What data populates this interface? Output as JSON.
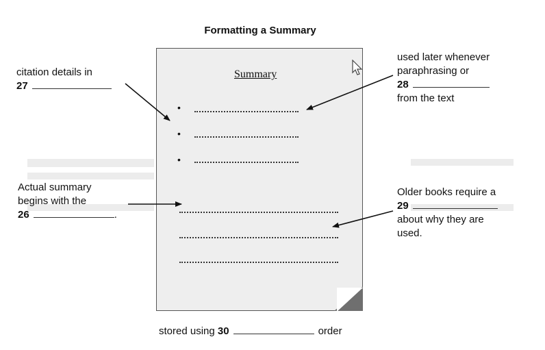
{
  "diagram": {
    "title": "Formatting a Summary",
    "document_heading": "Summary",
    "labels": {
      "citation": {
        "text": "citation details in",
        "number": "27"
      },
      "later": {
        "line1": "used later whenever",
        "line2": "paraphrasing or",
        "number": "28",
        "line4": "from the text"
      },
      "actual": {
        "line1": "Actual summary",
        "line2": "begins with the",
        "number": "26",
        "suffix": "."
      },
      "older": {
        "line1": "Older books require a",
        "number": "29",
        "line3": "about why they are",
        "line4": "used."
      },
      "stored": {
        "prefix": "stored using",
        "number": "30",
        "suffix": "order"
      }
    }
  }
}
